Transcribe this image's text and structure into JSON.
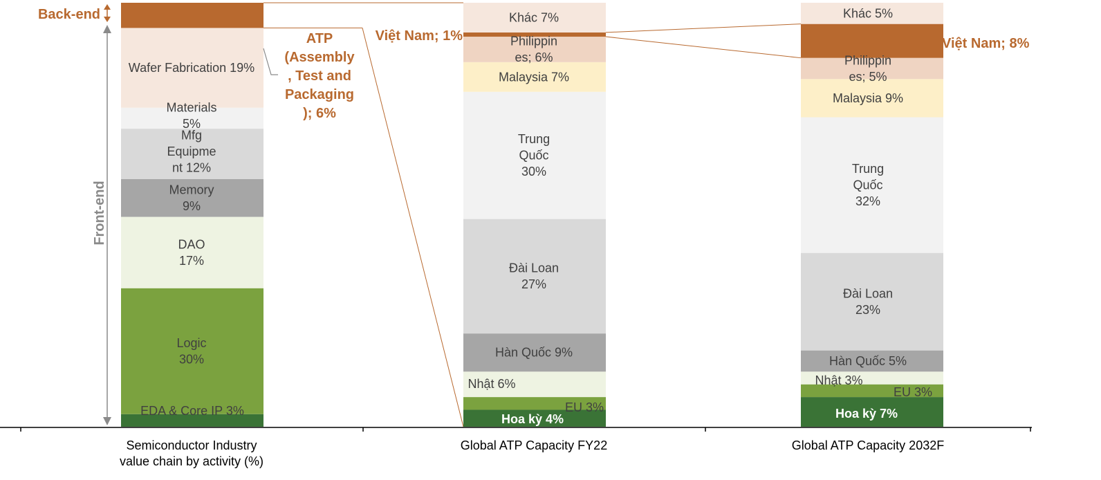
{
  "chart_data": {
    "type": "bar",
    "subtype": "stacked-100",
    "categories": [
      "Semiconductor Industry\nvalue chain by activity (%)",
      "Global ATP Capacity FY22",
      "Global ATP Capacity 2032F"
    ],
    "bars": [
      {
        "category": "Semiconductor Industry\nvalue chain by activity (%)",
        "segments": [
          {
            "label": "EDA & Core IP 3%",
            "value": 3,
            "color": "#3a7336",
            "text_color": "#404040"
          },
          {
            "label": "Logic\n30%",
            "value": 30,
            "color": "#7ba23f",
            "text_color": "#404040"
          },
          {
            "label": "DAO\n17%",
            "value": 17,
            "color": "#eef3e2",
            "text_color": "#404040"
          },
          {
            "label": "Memory\n9%",
            "value": 9,
            "color": "#a6a6a6",
            "text_color": "#404040"
          },
          {
            "label": "Mfg\nEquipme\nnt 12%",
            "value": 12,
            "color": "#d9d9d9",
            "text_color": "#404040"
          },
          {
            "label": "Materials\n5%",
            "value": 5,
            "color": "#f2f2f2",
            "text_color": "#404040"
          },
          {
            "label": "Wafer Fabrication 19%",
            "value": 19,
            "color": "#f6e7dd",
            "text_color": "#404040"
          },
          {
            "label": "",
            "value": 6,
            "color": "#b8692f",
            "text_color": "#404040"
          }
        ]
      },
      {
        "category": "Global ATP Capacity FY22",
        "segments": [
          {
            "label": "Hoa kỳ 4%",
            "value": 4,
            "color": "#3a7336",
            "text_color": "#ffffff",
            "bold": true
          },
          {
            "label": "EU 3%",
            "value": 3,
            "color": "#7ba23f",
            "text_color": "#404040"
          },
          {
            "label": "Nhật 6%",
            "value": 6,
            "color": "#eef3e2",
            "text_color": "#404040"
          },
          {
            "label": "Hàn Quốc 9%",
            "value": 9,
            "color": "#a6a6a6",
            "text_color": "#404040"
          },
          {
            "label": "Đài Loan\n27%",
            "value": 27,
            "color": "#d9d9d9",
            "text_color": "#404040"
          },
          {
            "label": "Trung\nQuốc\n30%",
            "value": 30,
            "color": "#f2f2f2",
            "text_color": "#404040"
          },
          {
            "label": "Malaysia 7%",
            "value": 7,
            "color": "#fdefc8",
            "text_color": "#404040"
          },
          {
            "label": "Philippin\nes; 6%",
            "value": 6,
            "color": "#efd4c2",
            "text_color": "#404040"
          },
          {
            "label": "",
            "value": 1,
            "color": "#b8692f",
            "text_color": "#404040"
          },
          {
            "label": "Khác 7%",
            "value": 7,
            "color": "#f6e7dd",
            "text_color": "#404040"
          }
        ]
      },
      {
        "category": "Global ATP Capacity 2032F",
        "segments": [
          {
            "label": "Hoa kỳ 7%",
            "value": 7,
            "color": "#3a7336",
            "text_color": "#ffffff",
            "bold": true
          },
          {
            "label": "EU 3%",
            "value": 3,
            "color": "#7ba23f",
            "text_color": "#404040"
          },
          {
            "label": "Nhật 3%",
            "value": 3,
            "color": "#eef3e2",
            "text_color": "#404040"
          },
          {
            "label": "Hàn Quốc 5%",
            "value": 5,
            "color": "#a6a6a6",
            "text_color": "#404040"
          },
          {
            "label": "Đài Loan\n23%",
            "value": 23,
            "color": "#d9d9d9",
            "text_color": "#404040"
          },
          {
            "label": "Trung\nQuốc\n32%",
            "value": 32,
            "color": "#f2f2f2",
            "text_color": "#404040"
          },
          {
            "label": "Malaysia 9%",
            "value": 9,
            "color": "#fdefc8",
            "text_color": "#404040"
          },
          {
            "label": "Philippin\nes; 5%",
            "value": 5,
            "color": "#efd4c2",
            "text_color": "#404040"
          },
          {
            "label": "",
            "value": 8,
            "color": "#b8692f",
            "text_color": "#404040"
          },
          {
            "label": "Khác 5%",
            "value": 5,
            "color": "#f6e7dd",
            "text_color": "#404040"
          }
        ]
      }
    ],
    "annotations": {
      "back_end": "Back-end",
      "front_end": "Front-end",
      "atp_callout": "ATP\n(Assembly\n, Test and\nPackaging\n); 6%",
      "vn_fy22": "Việt Nam; 1%",
      "vn_2032": "Việt Nam; 8%"
    },
    "accent_color": "#b8692f",
    "ylim": [
      0,
      100
    ],
    "grid": false,
    "legend": "none"
  }
}
